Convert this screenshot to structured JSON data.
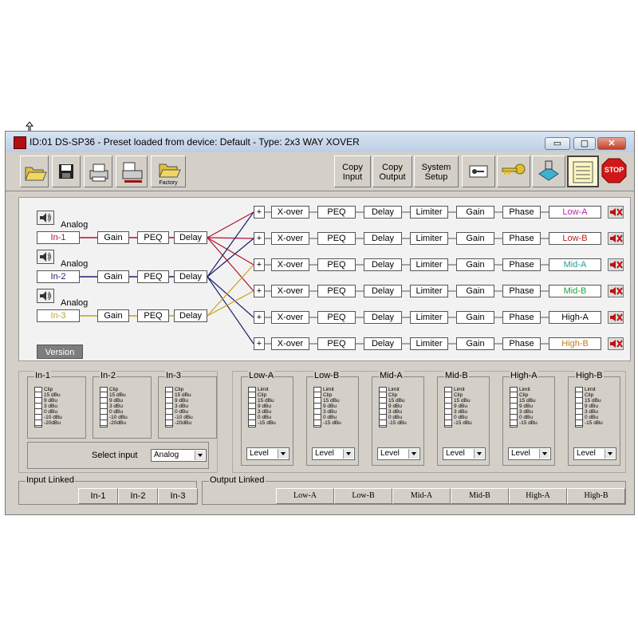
{
  "window": {
    "title": "ID:01 DS-SP36 - Preset loaded from device: Default - Type: 2x3 WAY XOVER",
    "minimize": "▭",
    "maximize": "▢",
    "close": "✕"
  },
  "toolbar": {
    "factory_label": "Factory",
    "copy_input": [
      "Copy",
      "Input"
    ],
    "copy_output": [
      "Copy",
      "Output"
    ],
    "system_setup": [
      "System",
      "Setup"
    ],
    "stop_label": "STOP"
  },
  "routing": {
    "inputs": [
      {
        "type": "Analog",
        "name": "In-1",
        "color": "#b01030",
        "blocks": [
          "Gain",
          "PEQ",
          "Delay"
        ]
      },
      {
        "type": "Analog",
        "name": "In-2",
        "color": "#20206a",
        "blocks": [
          "Gain",
          "PEQ",
          "Delay"
        ]
      },
      {
        "type": "Analog",
        "name": "In-3",
        "color": "#c8a020",
        "blocks": [
          "Gain",
          "PEQ",
          "Delay"
        ]
      }
    ],
    "outputs": [
      {
        "name": "Low-A",
        "color": "#c020a0"
      },
      {
        "name": "Low-B",
        "color": "#c02020"
      },
      {
        "name": "Mid-A",
        "color": "#20a0a0"
      },
      {
        "name": "Mid-B",
        "color": "#20a040"
      },
      {
        "name": "High-A",
        "color": "#000000"
      },
      {
        "name": "High-B",
        "color": "#c08010"
      }
    ],
    "output_blocks": [
      "+",
      "X-over",
      "PEQ",
      "Delay",
      "Limiter",
      "Gain",
      "Phase"
    ],
    "version_label": "Version"
  },
  "input_meters": {
    "channels": [
      "In-1",
      "In-2",
      "In-3"
    ],
    "scale": [
      "Clip",
      "15 dBu",
      "9 dBu",
      "3 dBu",
      "0 dBu",
      "-10 dBu",
      "-20dBu"
    ]
  },
  "output_meters": {
    "channels": [
      "Low-A",
      "Low-B",
      "Mid-A",
      "Mid-B",
      "High-A",
      "High-B"
    ],
    "scale": [
      "Limit",
      "Clip",
      "15 dBu",
      "9 dBu",
      "3 dBu",
      "0 dBu",
      "-15 dBu"
    ],
    "select_value": "Level"
  },
  "select_input": {
    "label": "Select input",
    "value": "Analog"
  },
  "input_linked": {
    "title": "Input Linked",
    "buttons": [
      "In-1",
      "In-2",
      "In-3"
    ]
  },
  "output_linked": {
    "title": "Output Linked",
    "buttons": [
      "Low-A",
      "Low-B",
      "Mid-A",
      "Mid-B",
      "High-A",
      "High-B"
    ]
  }
}
